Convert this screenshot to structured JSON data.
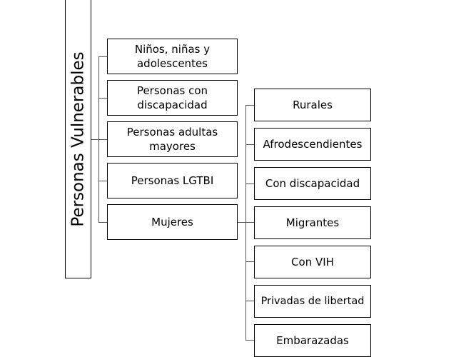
{
  "root": {
    "label": "Personas Vulnerables"
  },
  "groups": [
    {
      "label": "Niños, niñas y adolescentes"
    },
    {
      "label": "Personas con discapacidad"
    },
    {
      "label": "Personas adultas mayores"
    },
    {
      "label": "Personas LGTBI"
    },
    {
      "label": "Mujeres"
    }
  ],
  "mujeres_subgroups": [
    {
      "label": "Rurales"
    },
    {
      "label": "Afrodescendientes"
    },
    {
      "label": "Con discapacidad"
    },
    {
      "label": "Migrantes"
    },
    {
      "label": "Con VIH"
    },
    {
      "label": "Privadas de libertad"
    },
    {
      "label": "Embarazadas"
    }
  ]
}
